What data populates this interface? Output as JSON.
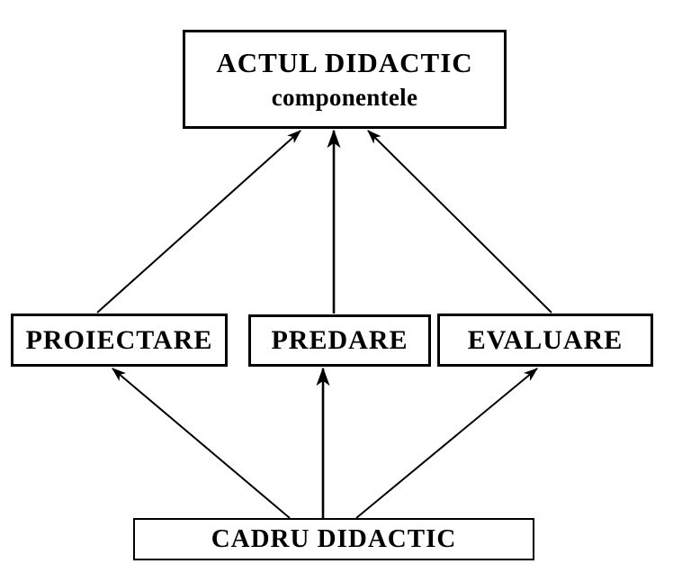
{
  "diagram": {
    "title_node": {
      "id": "actul-didactic",
      "line1": "ACTUL DIDACTIC",
      "line2": "componentele"
    },
    "middle_nodes": [
      {
        "id": "proiectare",
        "label": "PROIECTARE"
      },
      {
        "id": "predare",
        "label": "PREDARE"
      },
      {
        "id": "evaluare",
        "label": "EVALUARE"
      }
    ],
    "bottom_node": {
      "id": "cadru-didactic",
      "label": "CADRU DIDACTIC"
    },
    "edges": [
      {
        "from": "proiectare",
        "to": "actul-didactic",
        "kind": "arrow"
      },
      {
        "from": "predare",
        "to": "actul-didactic",
        "kind": "arrow"
      },
      {
        "from": "evaluare",
        "to": "actul-didactic",
        "kind": "arrow"
      },
      {
        "from": "cadru-didactic",
        "to": "proiectare",
        "kind": "arrow"
      },
      {
        "from": "cadru-didactic",
        "to": "predare",
        "kind": "arrow"
      },
      {
        "from": "cadru-didactic",
        "to": "evaluare",
        "kind": "arrow"
      }
    ],
    "colors": {
      "stroke": "#000000",
      "background": "#ffffff",
      "text": "#000000"
    }
  }
}
